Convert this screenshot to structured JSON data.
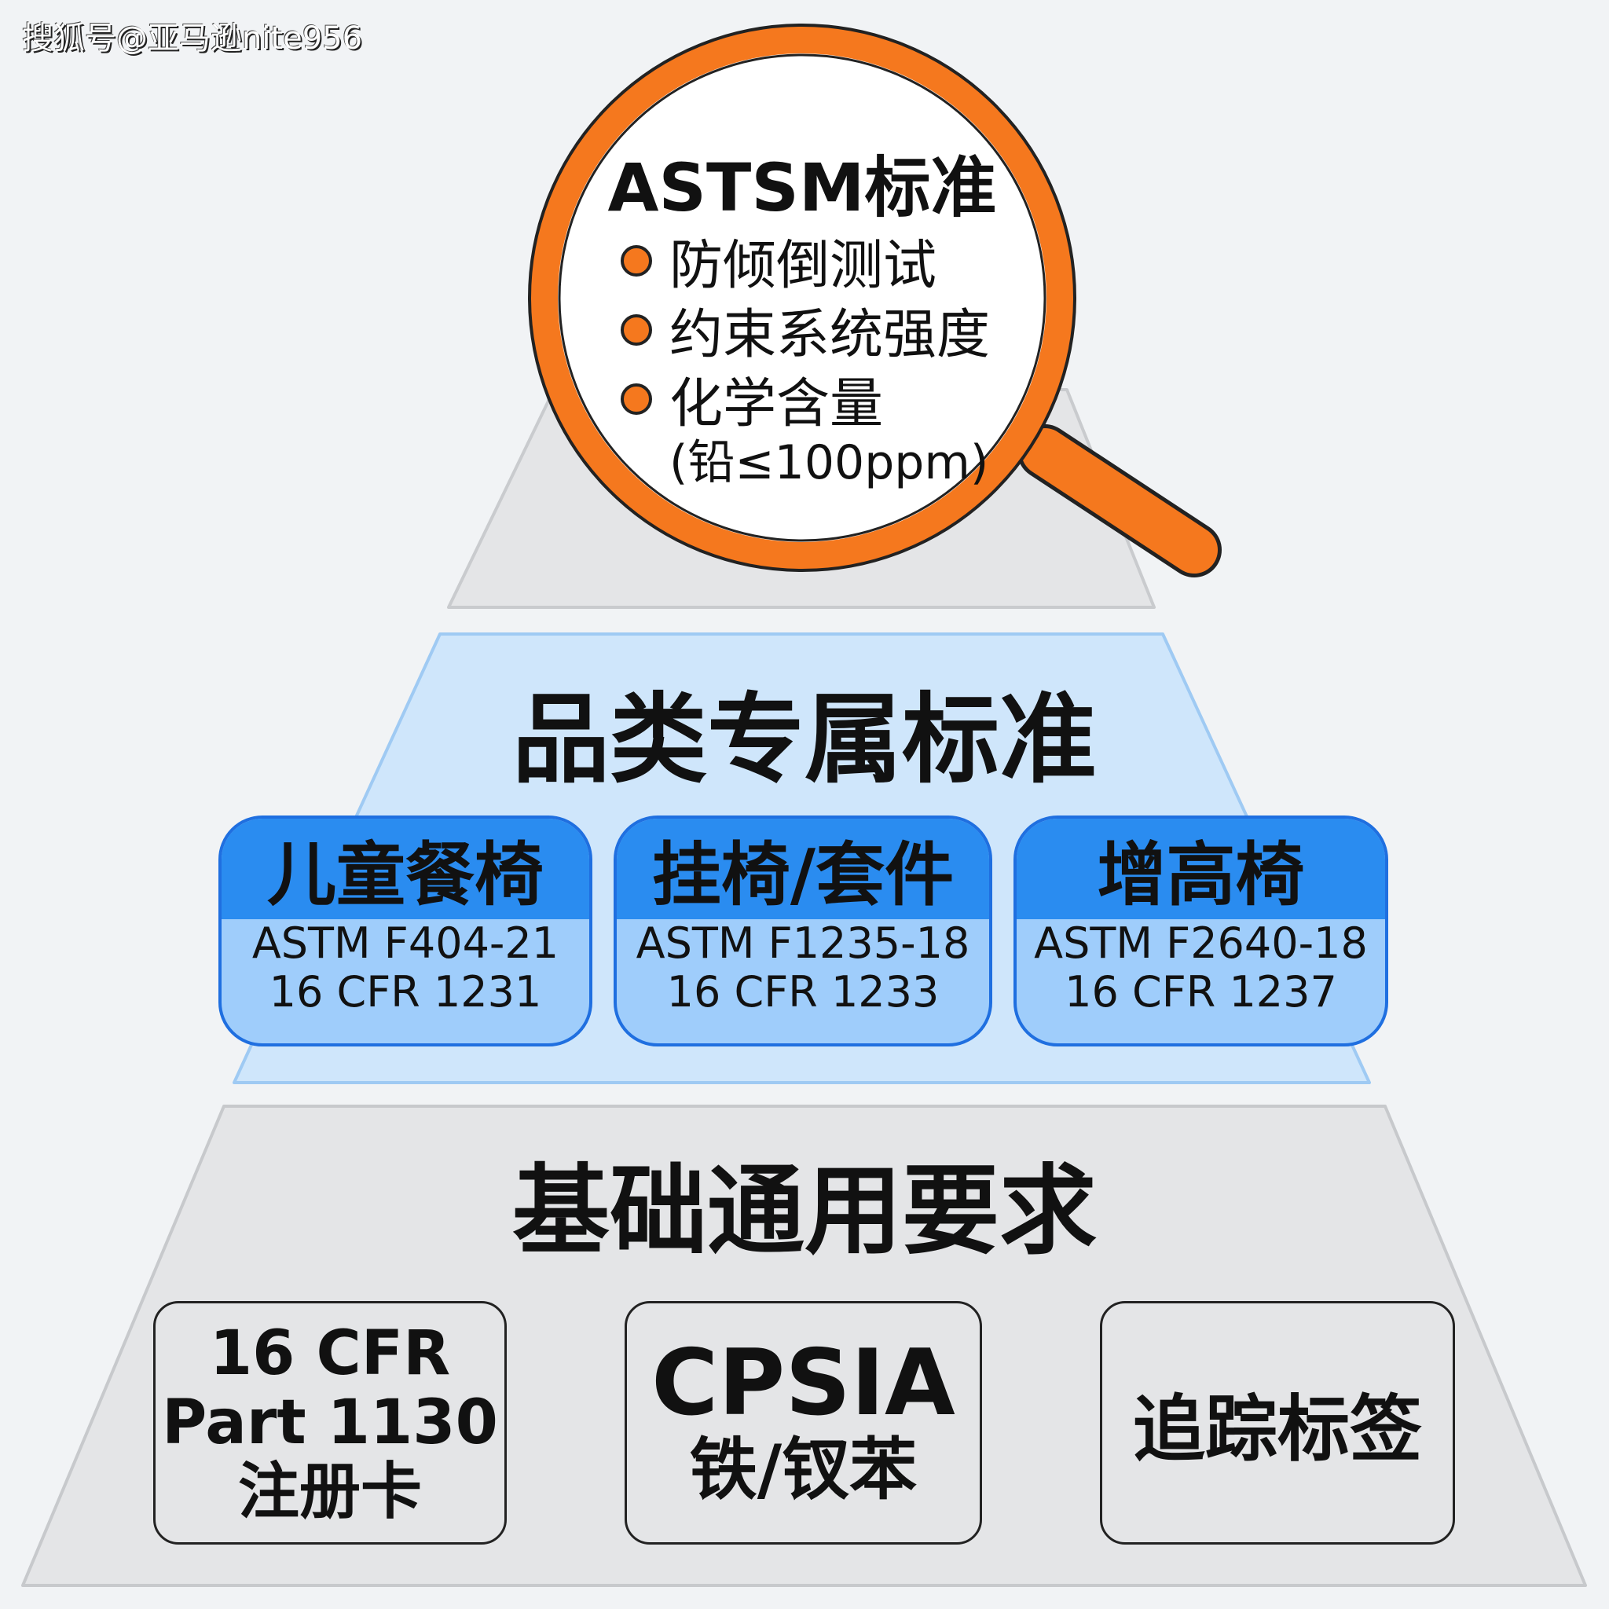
{
  "watermark": "搜狐号@亚马逊nite956",
  "top_tier": {
    "title": "ASTSM标准",
    "items": [
      "防倾倒测试",
      "约束系统强度",
      "化学含量"
    ],
    "note": "(铅≤100ppm)"
  },
  "middle_tier": {
    "title": "品类专属标准",
    "cards": [
      {
        "name": "儿童餐椅",
        "lines": [
          "ASTM F404-21",
          "16 CFR 1231"
        ]
      },
      {
        "name": "挂椅/套件",
        "lines": [
          "ASTM F1235-18",
          "16 CFR 1233"
        ]
      },
      {
        "name": "增高椅",
        "lines": [
          "ASTM F2640-18",
          "16 CFR 1237"
        ]
      }
    ]
  },
  "bottom_tier": {
    "title": "基础通用要求",
    "boxes": [
      {
        "lines": [
          "16 CFR",
          "Part 1130",
          "注册卡"
        ]
      },
      {
        "lines": [
          "CPSIA",
          "铁/钗苯"
        ]
      },
      {
        "lines": [
          "追踪标签"
        ]
      }
    ]
  },
  "colors": {
    "orange": "#f5781e",
    "blue_dark": "#2a8cf0",
    "blue_light": "#cfe6fb",
    "gray": "#e4e5e7"
  }
}
